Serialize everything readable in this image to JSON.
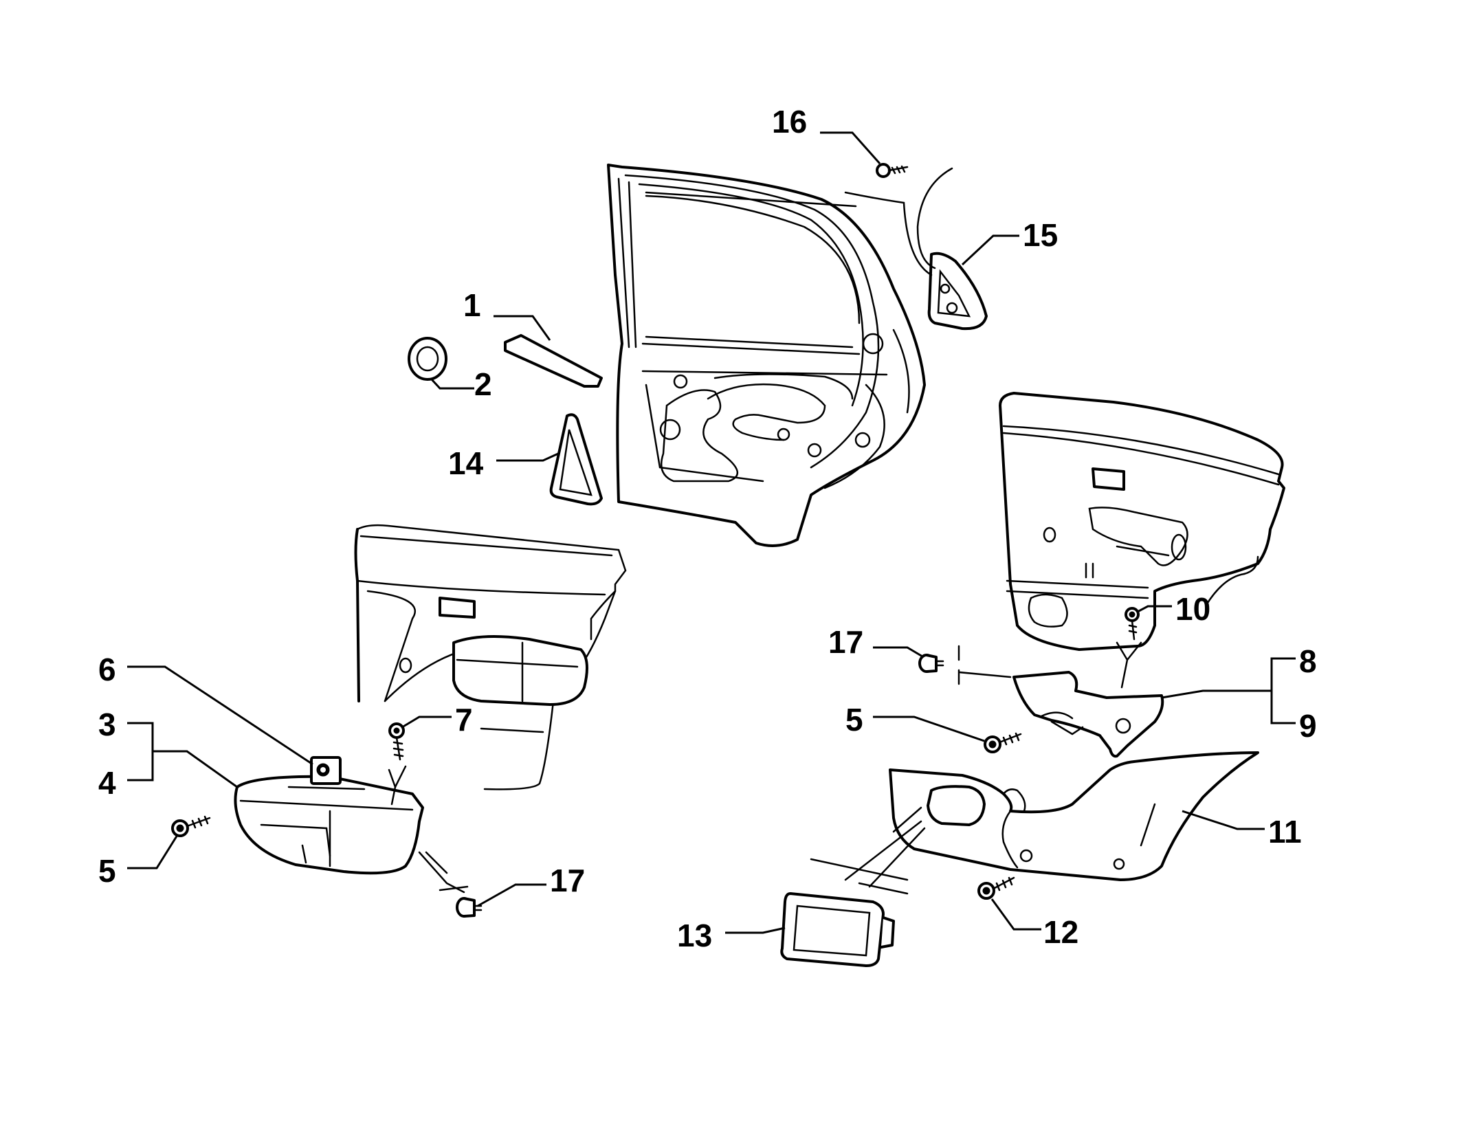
{
  "diagram": {
    "callouts": [
      {
        "id": "c1",
        "label": "1"
      },
      {
        "id": "c2",
        "label": "2"
      },
      {
        "id": "c3",
        "label": "3"
      },
      {
        "id": "c4",
        "label": "4"
      },
      {
        "id": "c5a",
        "label": "5"
      },
      {
        "id": "c5b",
        "label": "5"
      },
      {
        "id": "c6",
        "label": "6"
      },
      {
        "id": "c7",
        "label": "7"
      },
      {
        "id": "c8",
        "label": "8"
      },
      {
        "id": "c9",
        "label": "9"
      },
      {
        "id": "c10",
        "label": "10"
      },
      {
        "id": "c11",
        "label": "11"
      },
      {
        "id": "c12",
        "label": "12"
      },
      {
        "id": "c13",
        "label": "13"
      },
      {
        "id": "c14",
        "label": "14"
      },
      {
        "id": "c15",
        "label": "15"
      },
      {
        "id": "c16",
        "label": "16"
      },
      {
        "id": "c17a",
        "label": "17"
      },
      {
        "id": "c17b",
        "label": "17"
      }
    ]
  }
}
